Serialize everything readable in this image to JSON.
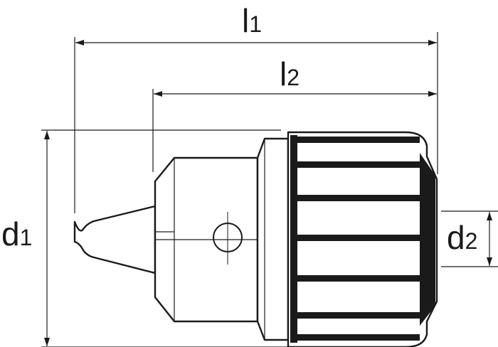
{
  "dimensions": {
    "l1": {
      "letter": "l",
      "sub": "1"
    },
    "l2": {
      "letter": "l",
      "sub": "2"
    },
    "d1": {
      "letter": "d",
      "sub": "1"
    },
    "d2": {
      "letter": "d",
      "sub": "2"
    }
  },
  "colors": {
    "line": "#1a1a1a",
    "fill": "#ffffff"
  }
}
